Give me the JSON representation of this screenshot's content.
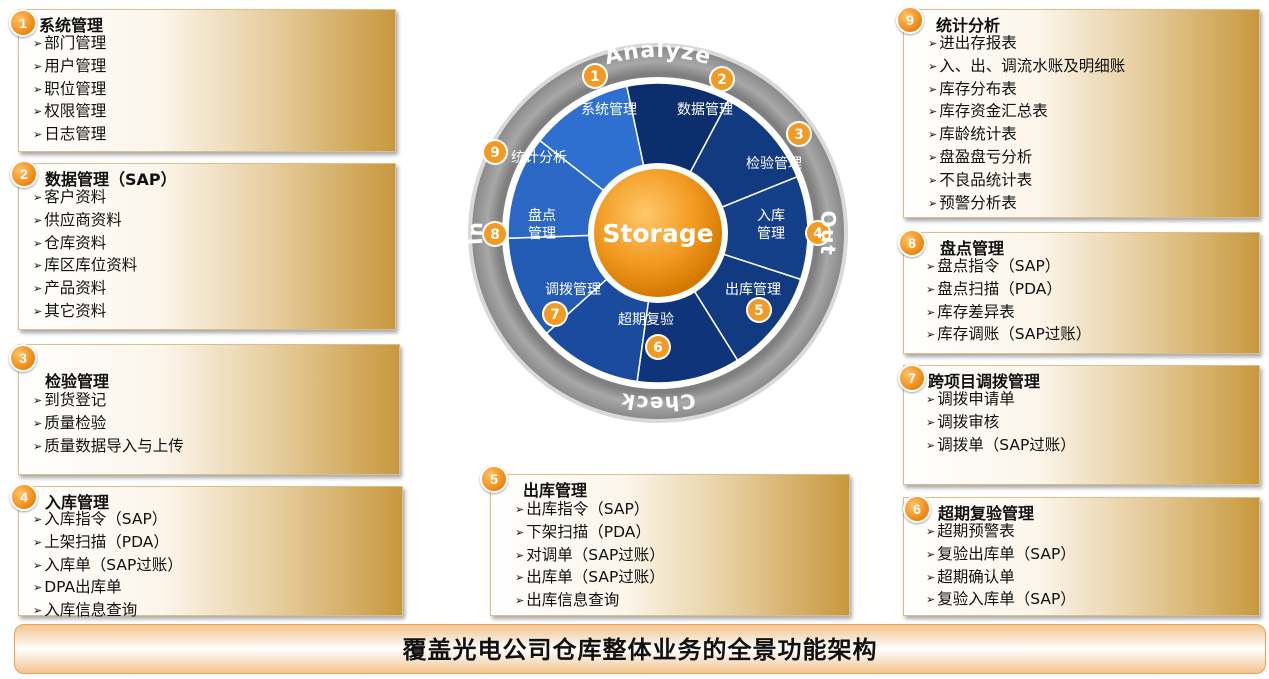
{
  "center_label": "Storage",
  "ring_labels": {
    "top": "Analyze",
    "right": "Out",
    "bottom": "Check",
    "left": "In"
  },
  "segments": [
    {
      "num": "1",
      "label": "系统管理"
    },
    {
      "num": "2",
      "label": "数据管理"
    },
    {
      "num": "3",
      "label": "检验管理"
    },
    {
      "num": "4",
      "label": "入库\n管理"
    },
    {
      "num": "5",
      "label": "出库管理"
    },
    {
      "num": "6",
      "label": "超期复验"
    },
    {
      "num": "7",
      "label": "调拨管理"
    },
    {
      "num": "8",
      "label": "盘点\n管理"
    },
    {
      "num": "9",
      "label": "统计分析"
    }
  ],
  "modules": {
    "m1": {
      "num": "1",
      "title": "系统管理",
      "items": [
        "部门管理",
        "用户管理",
        "职位管理",
        "权限管理",
        "日志管理"
      ]
    },
    "m2": {
      "num": "2",
      "title": "数据管理（SAP）",
      "items": [
        "客户资料",
        "供应商资料",
        "仓库资料",
        "库区库位资料",
        "产品资料",
        "其它资料"
      ]
    },
    "m3": {
      "num": "3",
      "title": "检验管理",
      "items": [
        "到货登记",
        "质量检验",
        "质量数据导入与上传"
      ]
    },
    "m4": {
      "num": "4",
      "title": "入库管理",
      "items": [
        "入库指令（SAP）",
        "上架扫描（PDA）",
        "入库单（SAP过账）",
        "DPA出库单",
        "入库信息查询"
      ]
    },
    "m5": {
      "num": "5",
      "title": "出库管理",
      "items": [
        "出库指令（SAP）",
        "下架扫描（PDA）",
        "对调单（SAP过账）",
        "出库单（SAP过账）",
        "出库信息查询"
      ]
    },
    "m6": {
      "num": "6",
      "title": "超期复验管理",
      "items": [
        "超期预警表",
        "复验出库单（SAP）",
        "超期确认单",
        "复验入库单（SAP）"
      ]
    },
    "m7": {
      "num": "7",
      "title": "跨项目调拨管理",
      "items": [
        "调拨申请单",
        "调拨审核",
        "调拨单（SAP过账）"
      ]
    },
    "m8": {
      "num": "8",
      "title": "盘点管理",
      "items": [
        "盘点指令（SAP）",
        "盘点扫描（PDA）",
        "库存差异表",
        "库存调账（SAP过账）"
      ]
    },
    "m9": {
      "num": "9",
      "title": "统计分析",
      "items": [
        "进出存报表",
        "入、出、调流水账及明细账",
        "库存分布表",
        "库存资金汇总表",
        "库龄统计表",
        "盘盈盘亏分析",
        "不良品统计表",
        "预警分析表"
      ]
    }
  },
  "footer_title": "覆盖光电公司仓库整体业务的全景功能架构"
}
